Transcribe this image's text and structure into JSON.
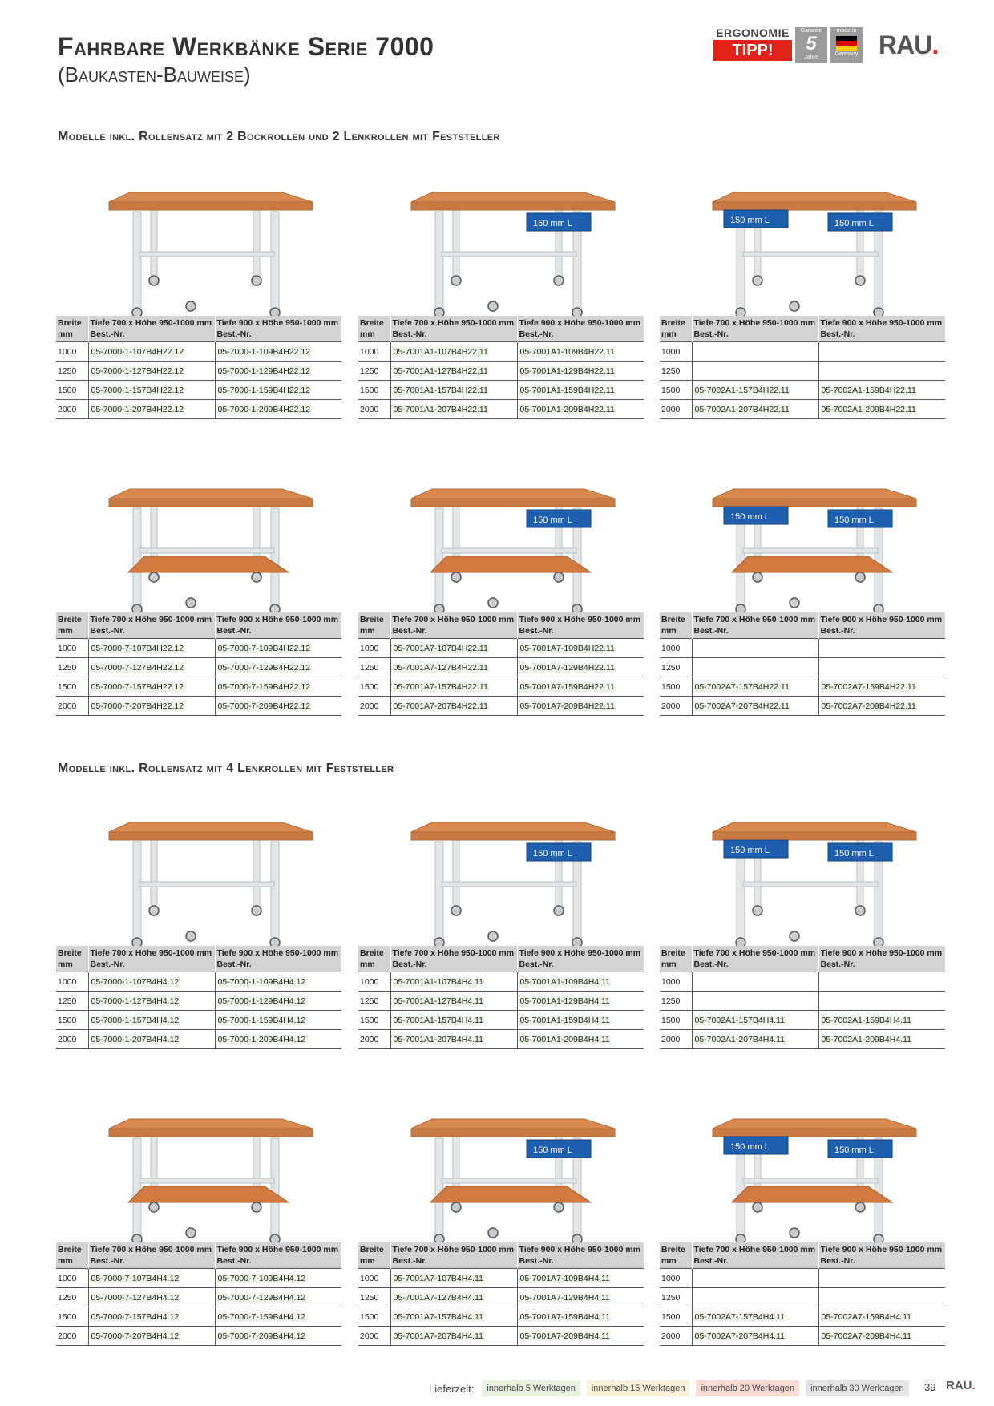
{
  "header": {
    "title": "Fahrbare Werkbänke Serie 7000",
    "subtitle": "(Baukasten-Bauweise)",
    "badge_ergonomie": "ERGONOMIE",
    "badge_tipp": "TIPP!",
    "badge_garantie": "Garantie",
    "badge_garantie_num": "5",
    "badge_garantie_sub": "Jahre",
    "badge_madein": "made in",
    "badge_madein_sub": "Germany",
    "logo": "RAU",
    "logo_dot": "."
  },
  "colors": {
    "accent_red": "#e2231a",
    "drawer_blue": "#1e5fb0",
    "wood": "#d98a4e",
    "frame": "#e2e6e8"
  },
  "sections": [
    {
      "heading": "Modelle inkl. Rollensatz mit 2 Bockrollen und 2 Lenkrollen mit Feststeller"
    },
    {
      "heading": "Modelle inkl. Rollensatz mit 4 Lenkrollen mit Feststeller"
    }
  ],
  "table_header": {
    "col1_a": "Breite",
    "col1_b": "mm",
    "col2_a": "Tiefe 700 x Höhe 950-1000 mm",
    "col3_a": "Tiefe 900 x Höhe 950-1000 mm",
    "sub": "Best.-Nr."
  },
  "drawer_label": "150 mm L",
  "products": [
    {
      "drawers": 0,
      "shelf": false,
      "rows": [
        [
          "1000",
          "05-7000-1-107B4H22.12",
          "05-7000-1-109B4H22.12"
        ],
        [
          "1250",
          "05-7000-1-127B4H22.12",
          "05-7000-1-129B4H22.12"
        ],
        [
          "1500",
          "05-7000-1-157B4H22.12",
          "05-7000-1-159B4H22.12"
        ],
        [
          "2000",
          "05-7000-1-207B4H22.12",
          "05-7000-1-209B4H22.12"
        ]
      ]
    },
    {
      "drawers": 1,
      "shelf": false,
      "rows": [
        [
          "1000",
          "05-7001A1-107B4H22.11",
          "05-7001A1-109B4H22.11"
        ],
        [
          "1250",
          "05-7001A1-127B4H22.11",
          "05-7001A1-129B4H22.11"
        ],
        [
          "1500",
          "05-7001A1-157B4H22.11",
          "05-7001A1-159B4H22.11"
        ],
        [
          "2000",
          "05-7001A1-207B4H22.11",
          "05-7001A1-209B4H22.11"
        ]
      ]
    },
    {
      "drawers": 2,
      "shelf": false,
      "rows": [
        [
          "1000",
          "",
          ""
        ],
        [
          "1250",
          "",
          ""
        ],
        [
          "1500",
          "05-7002A1-157B4H22.11",
          "05-7002A1-159B4H22.11"
        ],
        [
          "2000",
          "05-7002A1-207B4H22.11",
          "05-7002A1-209B4H22.11"
        ]
      ]
    },
    {
      "drawers": 0,
      "shelf": true,
      "rows": [
        [
          "1000",
          "05-7000-7-107B4H22.12",
          "05-7000-7-109B4H22.12"
        ],
        [
          "1250",
          "05-7000-7-127B4H22.12",
          "05-7000-7-129B4H22.12"
        ],
        [
          "1500",
          "05-7000-7-157B4H22.12",
          "05-7000-7-159B4H22.12"
        ],
        [
          "2000",
          "05-7000-7-207B4H22.12",
          "05-7000-7-209B4H22.12"
        ]
      ]
    },
    {
      "drawers": 1,
      "shelf": true,
      "rows": [
        [
          "1000",
          "05-7001A7-107B4H22.11",
          "05-7001A7-109B4H22.11"
        ],
        [
          "1250",
          "05-7001A7-127B4H22.11",
          "05-7001A7-129B4H22.11"
        ],
        [
          "1500",
          "05-7001A7-157B4H22.11",
          "05-7001A7-159B4H22.11"
        ],
        [
          "2000",
          "05-7001A7-207B4H22.11",
          "05-7001A7-209B4H22.11"
        ]
      ]
    },
    {
      "drawers": 2,
      "shelf": true,
      "rows": [
        [
          "1000",
          "",
          ""
        ],
        [
          "1250",
          "",
          ""
        ],
        [
          "1500",
          "05-7002A7-157B4H22.11",
          "05-7002A7-159B4H22.11"
        ],
        [
          "2000",
          "05-7002A7-207B4H22.11",
          "05-7002A7-209B4H22.11"
        ]
      ]
    },
    {
      "drawers": 0,
      "shelf": false,
      "rows": [
        [
          "1000",
          "05-7000-1-107B4H4.12",
          "05-7000-1-109B4H4.12"
        ],
        [
          "1250",
          "05-7000-1-127B4H4.12",
          "05-7000-1-129B4H4.12"
        ],
        [
          "1500",
          "05-7000-1-157B4H4.12",
          "05-7000-1-159B4H4.12"
        ],
        [
          "2000",
          "05-7000-1-207B4H4.12",
          "05-7000-1-209B4H4.12"
        ]
      ]
    },
    {
      "drawers": 1,
      "shelf": false,
      "rows": [
        [
          "1000",
          "05-7001A1-107B4H4.11",
          "05-7001A1-109B4H4.11"
        ],
        [
          "1250",
          "05-7001A1-127B4H4.11",
          "05-7001A1-129B4H4.11"
        ],
        [
          "1500",
          "05-7001A1-157B4H4.11",
          "05-7001A1-159B4H4.11"
        ],
        [
          "2000",
          "05-7001A1-207B4H4.11",
          "05-7001A1-209B4H4.11"
        ]
      ]
    },
    {
      "drawers": 2,
      "shelf": false,
      "rows": [
        [
          "1000",
          "",
          ""
        ],
        [
          "1250",
          "",
          ""
        ],
        [
          "1500",
          "05-7002A1-157B4H4.11",
          "05-7002A1-159B4H4.11"
        ],
        [
          "2000",
          "05-7002A1-207B4H4.11",
          "05-7002A1-209B4H4.11"
        ]
      ]
    },
    {
      "drawers": 0,
      "shelf": true,
      "rows": [
        [
          "1000",
          "05-7000-7-107B4H4.12",
          "05-7000-7-109B4H4.12"
        ],
        [
          "1250",
          "05-7000-7-127B4H4.12",
          "05-7000-7-129B4H4.12"
        ],
        [
          "1500",
          "05-7000-7-157B4H4.12",
          "05-7000-7-159B4H4.12"
        ],
        [
          "2000",
          "05-7000-7-207B4H4.12",
          "05-7000-7-209B4H4.12"
        ]
      ]
    },
    {
      "drawers": 1,
      "shelf": true,
      "rows": [
        [
          "1000",
          "05-7001A7-107B4H4.11",
          "05-7001A7-109B4H4.11"
        ],
        [
          "1250",
          "05-7001A7-127B4H4.11",
          "05-7001A7-129B4H4.11"
        ],
        [
          "1500",
          "05-7001A7-157B4H4.11",
          "05-7001A7-159B4H4.11"
        ],
        [
          "2000",
          "05-7001A7-207B4H4.11",
          "05-7001A7-209B4H4.11"
        ]
      ]
    },
    {
      "drawers": 2,
      "shelf": true,
      "rows": [
        [
          "1000",
          "",
          ""
        ],
        [
          "1250",
          "",
          ""
        ],
        [
          "1500",
          "05-7002A7-157B4H4.11",
          "05-7002A7-159B4H4.11"
        ],
        [
          "2000",
          "05-7002A7-207B4H4.11",
          "05-7002A7-209B4H4.11"
        ]
      ]
    }
  ],
  "footer": {
    "label": "Lieferzeit:",
    "delivery": [
      {
        "text": "innerhalb 5 Werktagen",
        "color": "#e8f2de"
      },
      {
        "text": "innerhalb 15 Werktagen",
        "color": "#fbf0d9"
      },
      {
        "text": "innerhalb 20 Werktagen",
        "color": "#f8dcd2"
      },
      {
        "text": "innerhalb 30 Werktagen",
        "color": "#e4e4e4"
      }
    ],
    "page": "39",
    "logo": "RAU",
    "logo_dot": "."
  }
}
